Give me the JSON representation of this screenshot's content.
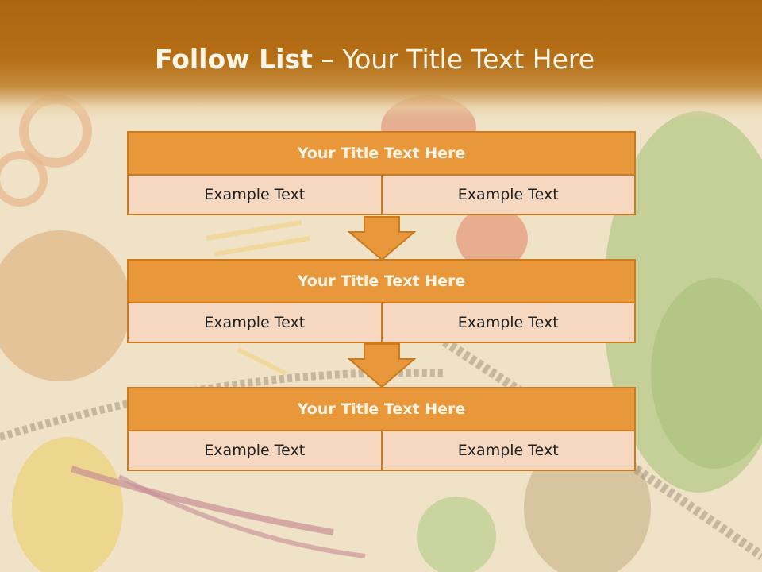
{
  "slide": {
    "title_bold": "Follow List",
    "title_rest": " – Your Title Text Here"
  },
  "blocks": [
    {
      "title": "Your Title Text Here",
      "left_text": "Example Text",
      "right_text": "Example Text"
    },
    {
      "title": "Your Title Text Here",
      "left_text": "Example Text",
      "right_text": "Example Text"
    },
    {
      "title": "Your Title Text Here",
      "left_text": "Example Text",
      "right_text": "Example Text"
    }
  ],
  "colors": {
    "header_brown": "#ad6412",
    "block_title_fill": "#e8983a",
    "block_border": "#cc7a1f",
    "cell_fill": "#f6d8c0",
    "arrow_fill": "#e8983a"
  }
}
